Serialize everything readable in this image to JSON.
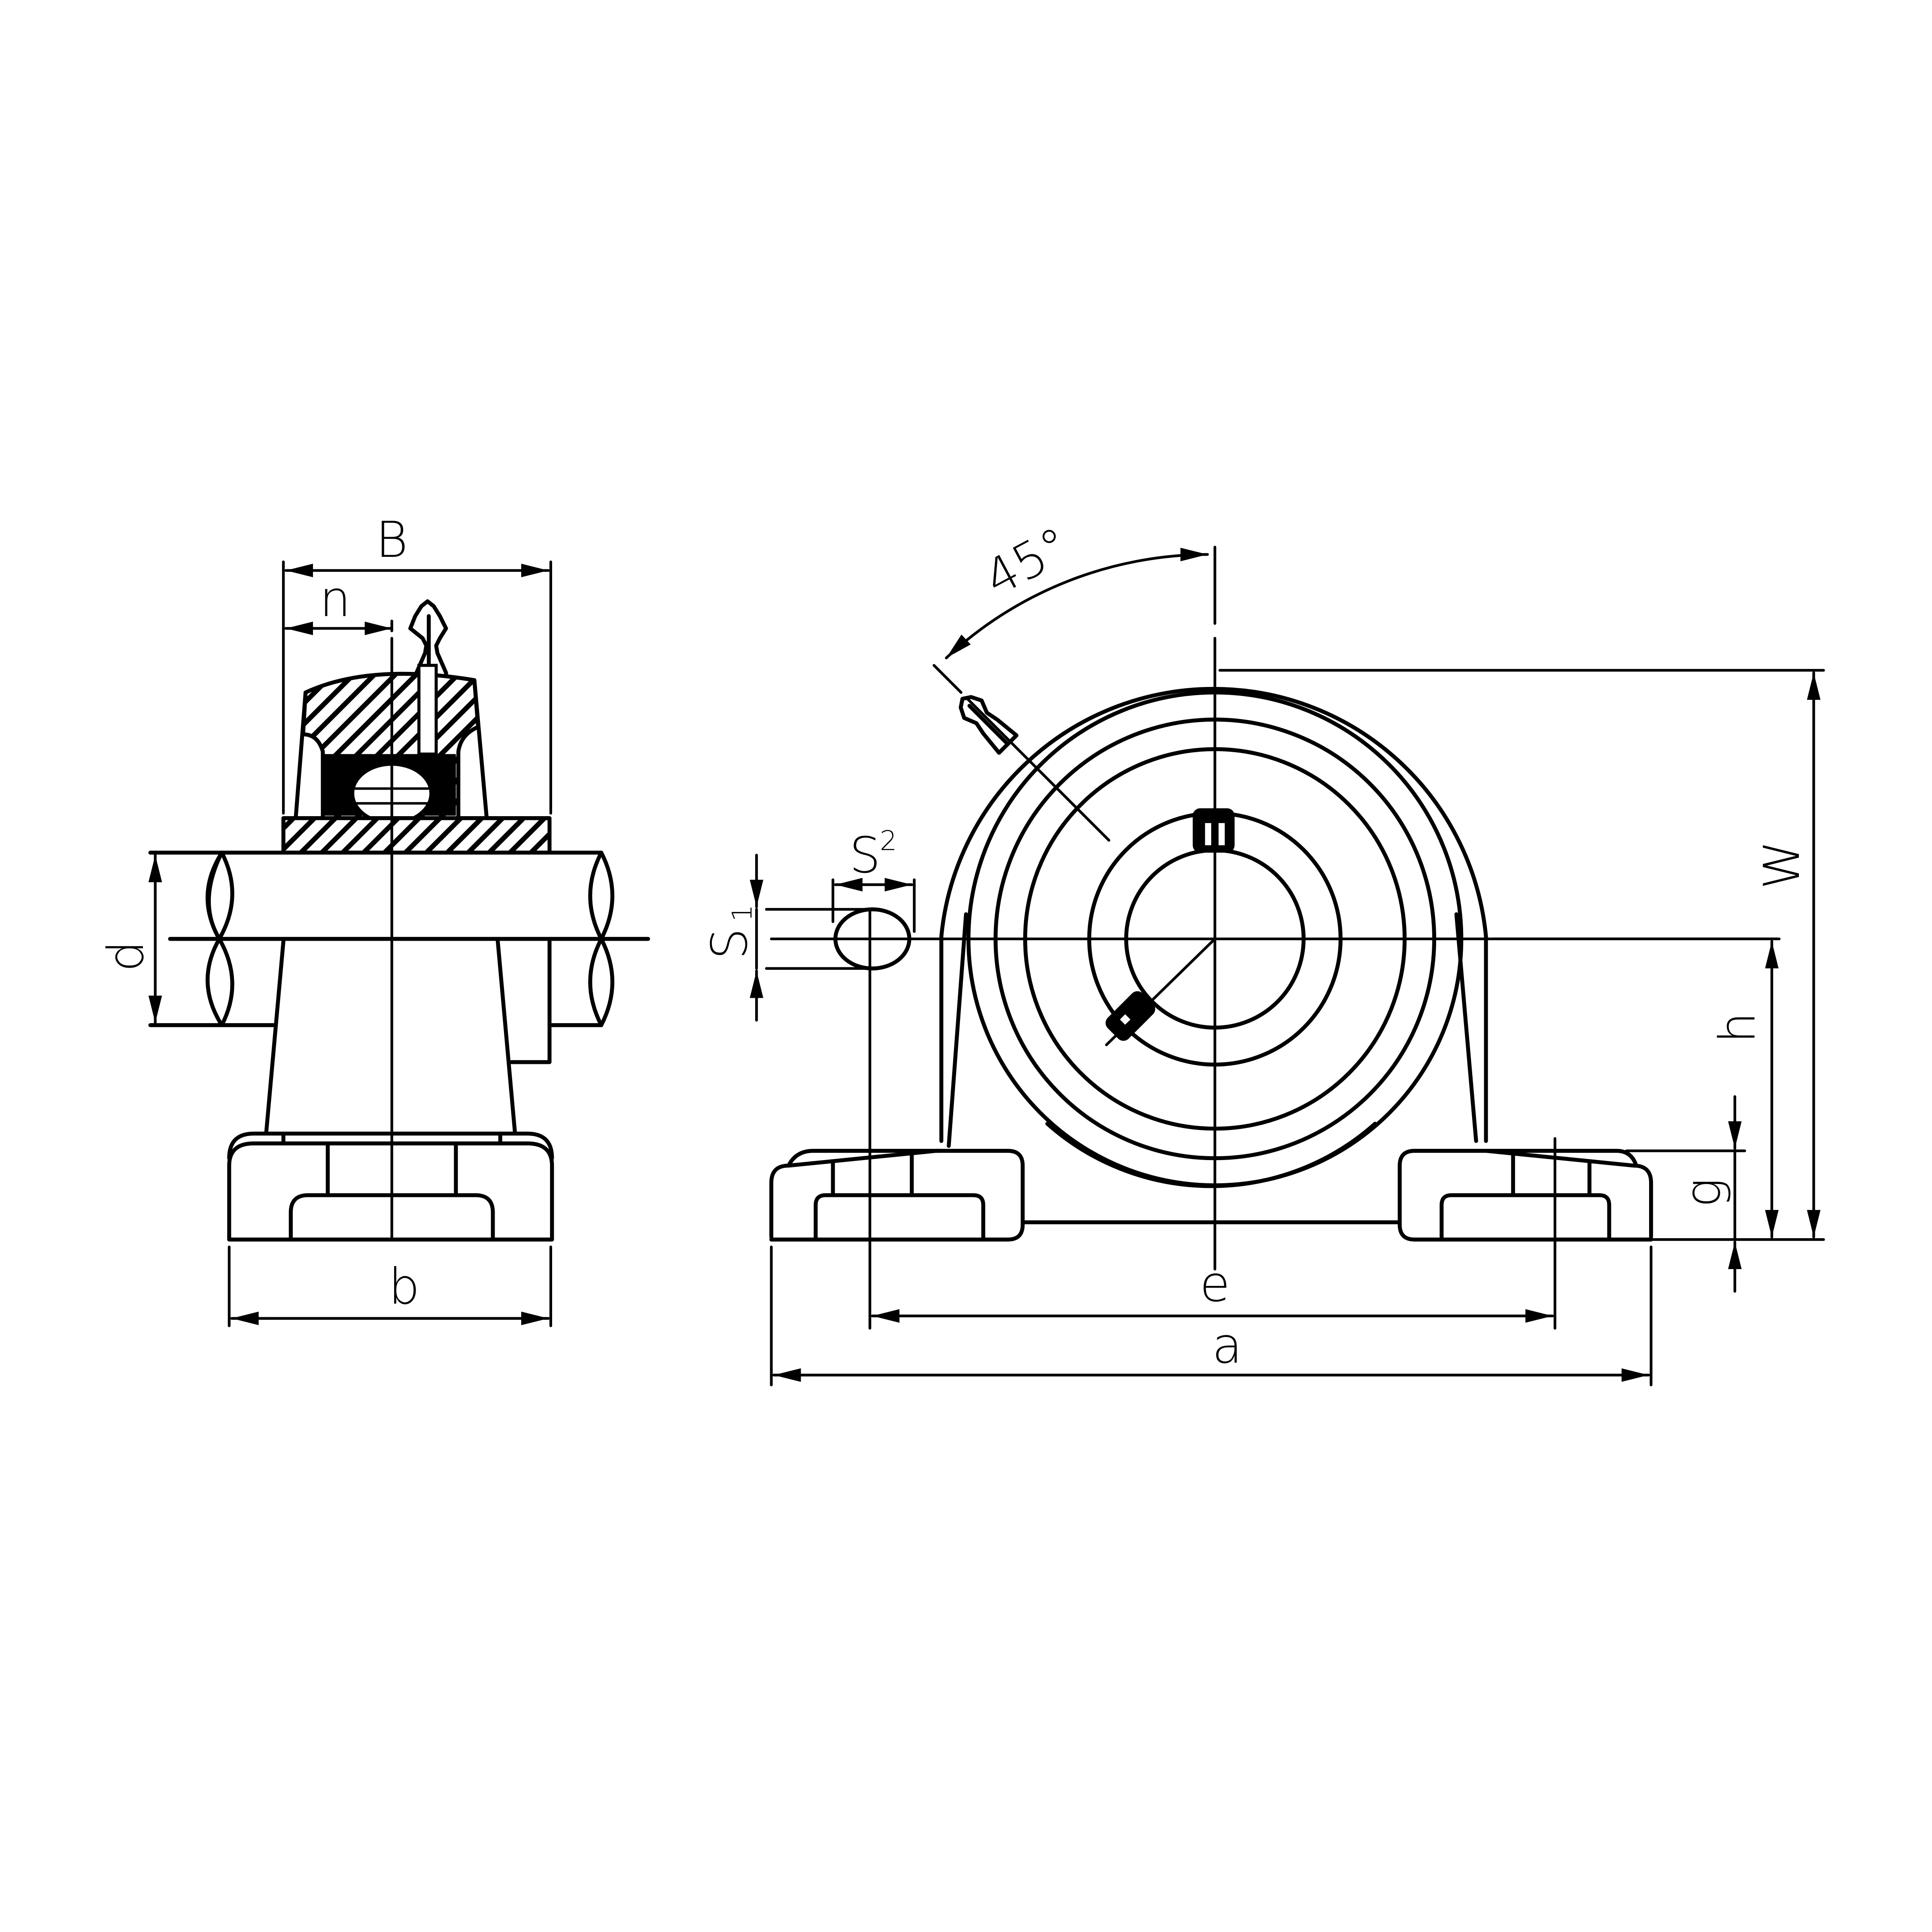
{
  "drawing": {
    "title": "Pillow block bearing unit — dimensional drawing",
    "views": [
      "side-section-view",
      "front-view"
    ],
    "line_color": "#000000",
    "background": "#ffffff"
  },
  "dimensions": {
    "B": "B",
    "n": "n",
    "d": "d",
    "b": "b",
    "angle": "45°",
    "S1_main": "S",
    "S1_sub": "1",
    "S2_main": "S",
    "S2_sup": "2",
    "W": "W",
    "h": "h",
    "g": "g",
    "e": "e",
    "a": "a"
  }
}
